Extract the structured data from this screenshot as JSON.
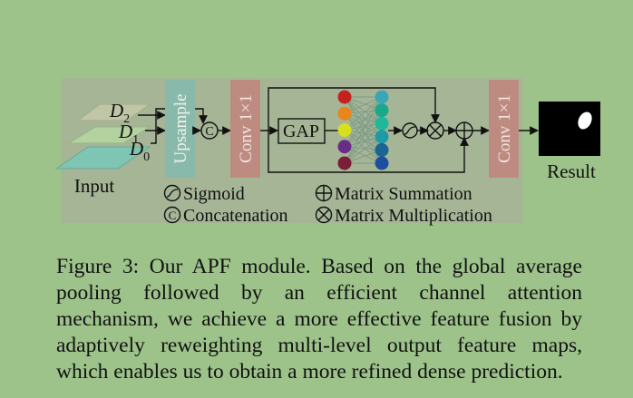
{
  "diagram": {
    "inputs": {
      "d2": "D",
      "d2_sub": "2",
      "d1": "D",
      "d1_sub": "1",
      "d0": "D",
      "d0_sub": "0",
      "input_label": "Input"
    },
    "blocks": {
      "upsample": "Upsample",
      "conv1": "Conv 1×1",
      "gap": "GAP",
      "conv2": "Conv 1×1",
      "result": "Result"
    },
    "legend": {
      "sigmoid": "Sigmoid",
      "concatenation": "Concatenation",
      "matrix_summation": "Matrix Summation",
      "matrix_multiplication": "Matrix Multiplication"
    },
    "colors": {
      "panel": "#a6b596",
      "upsample": "#88b9ab",
      "conv": "#be8b80",
      "left_nodes": [
        "#c62121",
        "#e8861b",
        "#d8df1d",
        "#6a2d87",
        "#7a1f35"
      ],
      "right_nodes": [
        "#3ba7b5",
        "#1aa88d",
        "#20b79a",
        "#1e9aa7",
        "#1a6593",
        "#1d4ea0"
      ]
    }
  },
  "caption": "Figure 3: Our APF module. Based on the global average pooling followed by an efficient channel attention mechanism, we achieve a more effective feature fusion by adaptively reweighting multi-level output feature maps, which enables us to obtain a more refined dense prediction."
}
